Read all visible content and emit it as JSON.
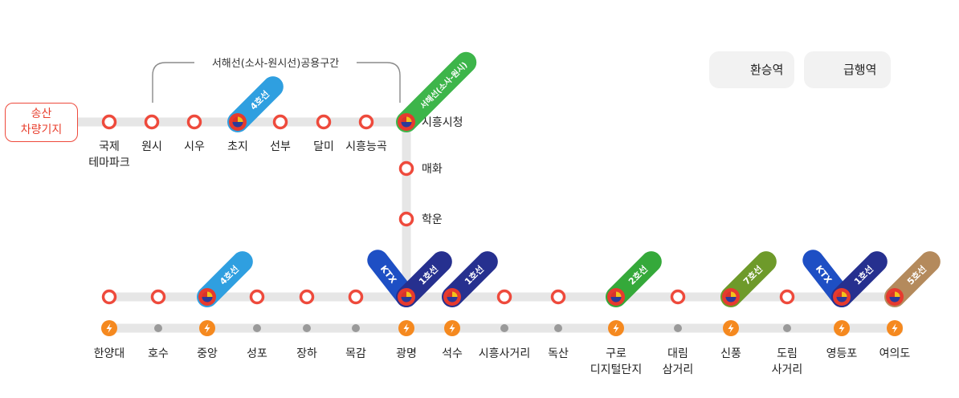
{
  "depot": {
    "line1": "송산",
    "line2": "차량기지"
  },
  "shared_section": {
    "label": "서해선(소사-원시선)공용구간"
  },
  "legend": {
    "transfer": "환승역",
    "express": "급행역"
  },
  "top_row": [
    {
      "name": [
        "국제",
        "테마파크"
      ],
      "transfer": false
    },
    {
      "name": [
        "원시"
      ],
      "transfer": false
    },
    {
      "name": [
        "시우"
      ],
      "transfer": false
    },
    {
      "name": [
        "초지"
      ],
      "transfer": true
    },
    {
      "name": [
        "선부"
      ],
      "transfer": false
    },
    {
      "name": [
        "달미"
      ],
      "transfer": false
    },
    {
      "name": [
        "시흥능곡"
      ],
      "transfer": false
    }
  ],
  "vertical": [
    {
      "name": "시흥시청",
      "transfer": true
    },
    {
      "name": "매화",
      "transfer": false
    },
    {
      "name": "학운",
      "transfer": false
    }
  ],
  "bottom_row": [
    {
      "name": [
        "한양대"
      ],
      "transfer": false,
      "express": true
    },
    {
      "name": [
        "호수"
      ],
      "transfer": false,
      "express": false
    },
    {
      "name": [
        "중앙"
      ],
      "transfer": true,
      "express": true
    },
    {
      "name": [
        "성포"
      ],
      "transfer": false,
      "express": false
    },
    {
      "name": [
        "장하"
      ],
      "transfer": false,
      "express": false
    },
    {
      "name": [
        "목감"
      ],
      "transfer": false,
      "express": false
    },
    {
      "name": [
        "광명"
      ],
      "transfer": true,
      "express": true
    },
    {
      "name": [
        "석수"
      ],
      "transfer": true,
      "express": true
    },
    {
      "name": [
        "시흥사거리"
      ],
      "transfer": false,
      "express": false
    },
    {
      "name": [
        "독산"
      ],
      "transfer": false,
      "express": false
    },
    {
      "name": [
        "구로",
        "디지털단지"
      ],
      "transfer": true,
      "express": true
    },
    {
      "name": [
        "대림",
        "삼거리"
      ],
      "transfer": false,
      "express": false
    },
    {
      "name": [
        "신풍"
      ],
      "transfer": true,
      "express": true
    },
    {
      "name": [
        "도림",
        "사거리"
      ],
      "transfer": false,
      "express": false
    },
    {
      "name": [
        "영등포"
      ],
      "transfer": true,
      "express": true
    },
    {
      "name": [
        "여의도"
      ],
      "transfer": true,
      "express": true
    }
  ],
  "line_badges": [
    {
      "station": "초지",
      "label": "4호선",
      "color": "#2f9fe0"
    },
    {
      "station": "시흥시청",
      "label": "서해선(소사-원시)",
      "color": "#3db54a"
    },
    {
      "station": "중앙",
      "label": "4호선",
      "color": "#2f9fe0"
    },
    {
      "station": "광명",
      "label": "KTX",
      "color": "#1e4fc4",
      "side": "left"
    },
    {
      "station": "광명",
      "label": "1호선",
      "color": "#26308f"
    },
    {
      "station": "석수",
      "label": "1호선",
      "color": "#26308f"
    },
    {
      "station": "구로",
      "label": "2호선",
      "color": "#35a93a"
    },
    {
      "station": "신풍",
      "label": "7호선",
      "color": "#6e9a2a"
    },
    {
      "station": "영등포",
      "label": "KTX",
      "color": "#1e4fc4",
      "side": "left"
    },
    {
      "station": "영등포",
      "label": "1호선",
      "color": "#26308f"
    },
    {
      "station": "여의도",
      "label": "5호선",
      "color": "#b48a5c"
    }
  ],
  "colors": {
    "station_ring": "#ee4a3c",
    "track": "#e6e6e6",
    "express": "#f5891f",
    "local_dot": "#9a9a9a"
  }
}
